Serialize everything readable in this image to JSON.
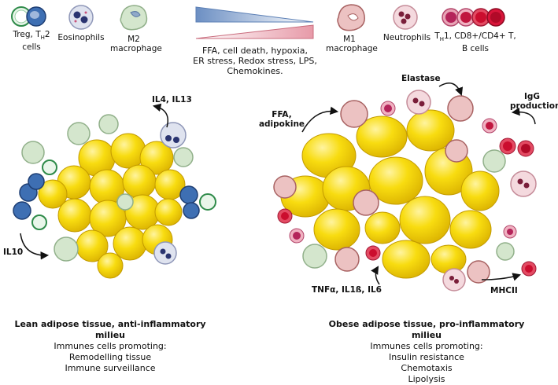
{
  "legend": {
    "treg_label_pre": "Treg, T",
    "treg_sub": "H",
    "treg_label_post": "2",
    "treg_label_line2": "cells",
    "eosinophils": "Eosinophils",
    "m2_line1": "M2",
    "m2_line2": "macrophage",
    "m1_line1": "M1",
    "m1_line2": "macrophage",
    "neutrophils": "Neutrophils",
    "th1_pre": "T",
    "th1_sub": "H",
    "th1_post": "1, CD8+/CD4+ T,",
    "th1_line2": "B cells"
  },
  "stimuli": {
    "line1": "FFA, cell death, hypoxia,",
    "line2": "ER stress, Redox stress, LPS,",
    "line3": "Chemokines."
  },
  "lean": {
    "arrow_il4": "IL4, IL13",
    "arrow_il10": "IL10",
    "title": "Lean adipose tissue, anti-inflammatory milieu",
    "line1": "Immunes cells promoting:",
    "line2": "Remodelling tissue",
    "line3": "Immune surveillance"
  },
  "obese": {
    "arrow_ffa_line1": "FFA,",
    "arrow_ffa_line2": "adipokine",
    "arrow_elastase": "Elastase",
    "arrow_igg_line1": "IgG",
    "arrow_igg_line2": "production",
    "arrow_tnf": "TNFα, IL1ß, IL6",
    "arrow_mhc": "MHCII",
    "title": "Obese adipose tissue, pro-inflammatory milieu",
    "line1": "Immunes cells promoting:",
    "line2": "Insulin resistance",
    "line3": "Chemotaxis",
    "line4": "Lipolysis"
  },
  "colors": {
    "adipocyte": "#f7d600",
    "adipocyte_edge": "#c9a400",
    "treg": "#3f6fb0",
    "eosinophil": "#2a3470",
    "m2": "#cfe3c9",
    "m1": "#e9b7b7",
    "neutrophil": "#f1d2d8",
    "tcell": "#c8103a"
  }
}
